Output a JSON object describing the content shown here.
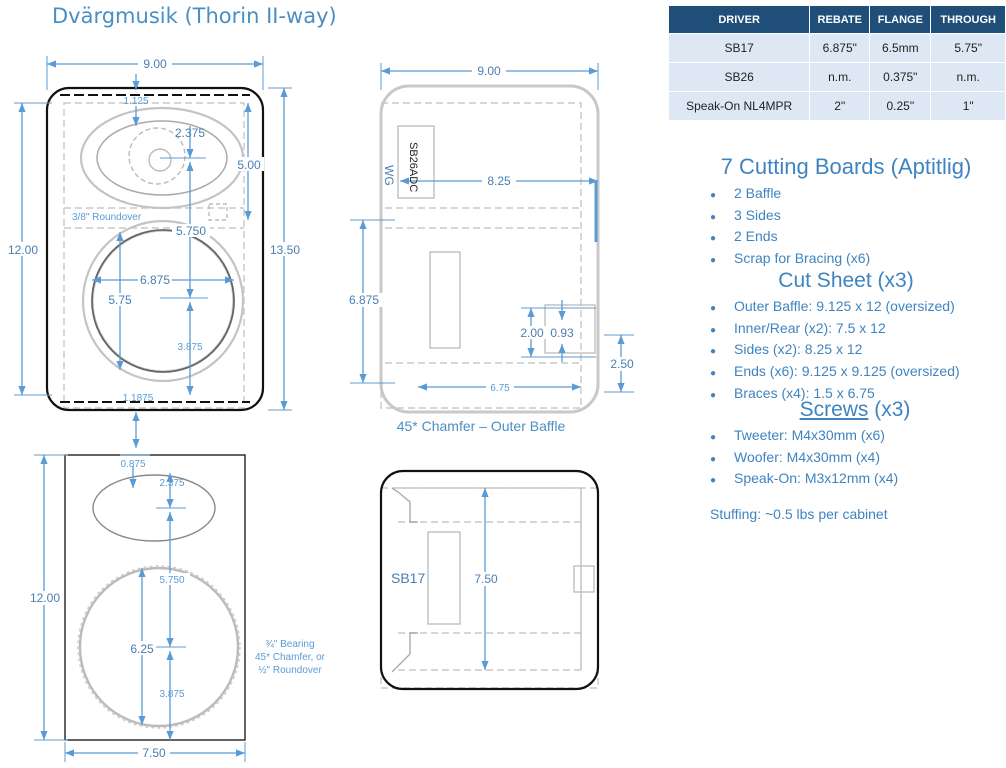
{
  "title": "Dvärgmusik (Thorin II-way)",
  "front_view": {
    "width_dim": "9.00",
    "height_inner_dim": "12.00",
    "height_outer_dim": "13.50",
    "top_offset_dim": "1.125",
    "tweeter_offset_dim": "2.375",
    "tweeter_port_dim": "5.00",
    "roundover_note": "3/8\" Roundover",
    "woofer_center_dim": "5.750",
    "woofer_dia_dim": "6.875",
    "woofer_inner_dim": "5.75",
    "woofer_low_dim": "3.875",
    "bottom_dim": "1.1875"
  },
  "side_view": {
    "width_dim": "9.00",
    "depth_dim": "8.25",
    "wg_label": "WG",
    "sb26_label": "SB26ADC",
    "woofer_dim": "6.875",
    "port_gap_dim": "2.00",
    "port_small_dim": "0.93",
    "brace_dim": "6.75",
    "terminal_dim": "2.50",
    "caption": "45* Chamfer – Outer Baffle"
  },
  "baffle_view": {
    "top_dim": "0.875",
    "tweeter_dim": "2.375",
    "height_dim": "12.00",
    "woofer_center_dim": "5.750",
    "woofer_cut_dim": "6.25",
    "woofer_low_dim": "3.875",
    "width_dim": "7.50",
    "bearing_note": [
      "¾\" Bearing",
      "45* Chamfer, or",
      "½\" Roundover"
    ]
  },
  "top_view": {
    "sb17_label": "SB17",
    "depth_dim": "7.50"
  },
  "driver_table": {
    "headers": [
      "DRIVER",
      "REBATE",
      "FLANGE",
      "THROUGH"
    ],
    "rows": [
      [
        "SB17",
        "6.875\"",
        "6.5mm",
        "5.75\""
      ],
      [
        "SB26",
        "n.m.",
        "0.375\"",
        "n.m."
      ],
      [
        "Speak-On NL4MPR",
        "2\"",
        "0.25\"",
        "1\""
      ]
    ]
  },
  "cutting_boards": {
    "heading": "7 Cutting Boards (Aptitlig)",
    "items": [
      "2 Baffle",
      "3 Sides",
      "2 Ends",
      "Scrap for Bracing (x6)"
    ]
  },
  "cut_sheet": {
    "heading": "Cut Sheet (x3)",
    "items": [
      "Outer Baffle: 9.125 x 12 (oversized)",
      "Inner/Rear (x2): 7.5 x 12",
      "Sides (x2): 8.25 x 12",
      "Ends (x6): 9.125 x 9.125 (oversized)",
      "Braces (x4): 1.5 x 6.75"
    ]
  },
  "screws": {
    "heading_word": "Screws",
    "heading_suffix": " (x3)",
    "items": [
      "Tweeter: M4x30mm (x6)",
      "Woofer: M4x30mm (x4)",
      "Speak-On: M3x12mm (x4)"
    ]
  },
  "stuffing": "Stuffing: ~0.5 lbs per cabinet",
  "colors": {
    "accent": "#5b9bd5",
    "table_header": "#1f4e79",
    "table_cell": "#dde8f4",
    "outline": "#111111"
  }
}
